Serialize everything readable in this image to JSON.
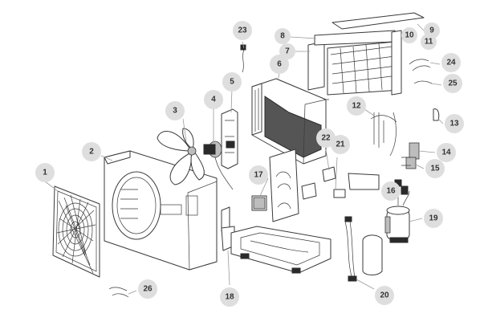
{
  "diagram": {
    "accent_color": "#dedede",
    "callouts": [
      {
        "id": "c1",
        "label": "1",
        "part": "grille"
      },
      {
        "id": "c2",
        "label": "2",
        "part": "front-panel"
      },
      {
        "id": "c3",
        "label": "3",
        "part": "fan-blade"
      },
      {
        "id": "c4",
        "label": "4",
        "part": "fan-motor"
      },
      {
        "id": "c5",
        "label": "5",
        "part": "motor-bracket"
      },
      {
        "id": "c6",
        "label": "6",
        "part": "condenser-coil"
      },
      {
        "id": "c7",
        "label": "7",
        "part": "side-plate"
      },
      {
        "id": "c8",
        "label": "8",
        "part": "top-cover"
      },
      {
        "id": "c9",
        "label": "9",
        "part": "top-panel"
      },
      {
        "id": "c10",
        "label": "10",
        "part": "rear-panel-top"
      },
      {
        "id": "c11",
        "label": "11",
        "part": "rear-panel-top-2"
      },
      {
        "id": "c12",
        "label": "12",
        "part": "pipe-assembly"
      },
      {
        "id": "c13",
        "label": "13",
        "part": "valve-clip"
      },
      {
        "id": "c14",
        "label": "14",
        "part": "service-valve"
      },
      {
        "id": "c15",
        "label": "15",
        "part": "service-valve-2"
      },
      {
        "id": "c16",
        "label": "16",
        "part": "valve-fitting"
      },
      {
        "id": "c17",
        "label": "17",
        "part": "capacitor"
      },
      {
        "id": "c18",
        "label": "18",
        "part": "support-bracket"
      },
      {
        "id": "c19",
        "label": "19",
        "part": "compressor"
      },
      {
        "id": "c20",
        "label": "20",
        "part": "wiring-sensor"
      },
      {
        "id": "c21",
        "label": "21",
        "part": "relay"
      },
      {
        "id": "c22",
        "label": "22",
        "part": "terminal"
      },
      {
        "id": "c23",
        "label": "23",
        "part": "temperature-sensor"
      },
      {
        "id": "c24",
        "label": "24",
        "part": "sensor-cable"
      },
      {
        "id": "c25",
        "label": "25",
        "part": "sensor-cable-2"
      },
      {
        "id": "c26",
        "label": "26",
        "part": "drain-cable"
      }
    ]
  }
}
